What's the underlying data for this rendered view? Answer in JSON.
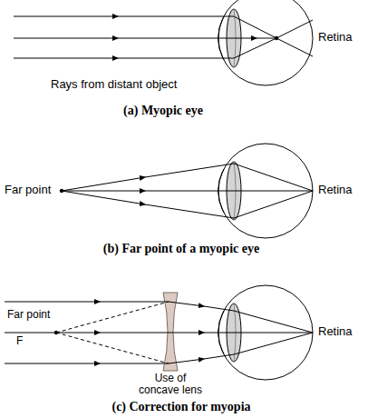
{
  "diagram": {
    "labels": [
      "Retina",
      "Rays from distant object",
      "(a) Myopic eye",
      "Far point",
      "Retina",
      "(b) Far point of a myopic eye",
      "Far point",
      "F",
      "Retina",
      "Use of concave lens",
      "(c) Correction for myopia"
    ]
  }
}
